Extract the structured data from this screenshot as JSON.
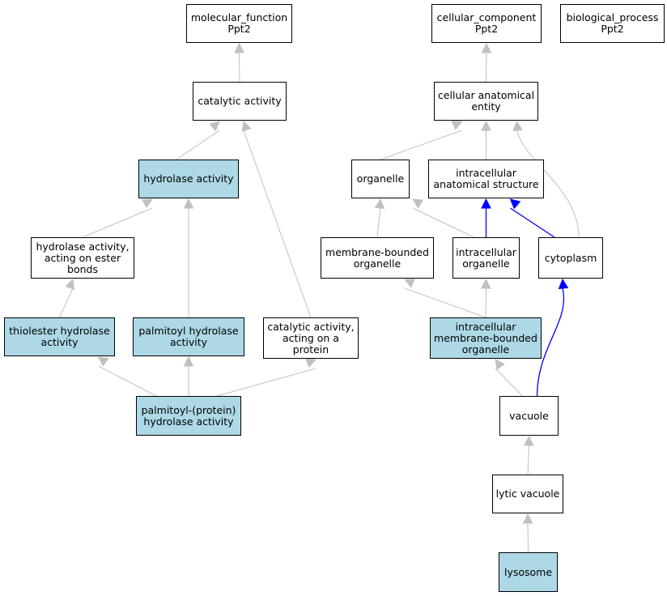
{
  "colors": {
    "highlight": "#add8e6",
    "plain": "#ffffff",
    "edge_gray": "#c0c0c0",
    "edge_blue": "#0000ff"
  },
  "nodes": {
    "molecular_function": {
      "label": "molecular_function\nPpt2",
      "highlighted": false
    },
    "cellular_component": {
      "label": "cellular_component\nPpt2",
      "highlighted": false
    },
    "biological_process": {
      "label": "biological_process\nPpt2",
      "highlighted": false
    },
    "catalytic_activity": {
      "label": "catalytic activity",
      "highlighted": false
    },
    "cellular_anatomical_entity": {
      "label": "cellular anatomical\nentity",
      "highlighted": false
    },
    "hydrolase_activity": {
      "label": "hydrolase activity",
      "highlighted": true
    },
    "organelle": {
      "label": "organelle",
      "highlighted": false
    },
    "intracellular_anatomical_structure": {
      "label": "intracellular\nanatomical structure",
      "highlighted": false
    },
    "hydrolase_activity_ester": {
      "label": "hydrolase activity,\nacting on ester\nbonds",
      "highlighted": false
    },
    "membrane_bounded_organelle": {
      "label": "membrane-bounded\norganelle",
      "highlighted": false
    },
    "intracellular_organelle": {
      "label": "intracellular\norganelle",
      "highlighted": false
    },
    "cytoplasm": {
      "label": "cytoplasm",
      "highlighted": false
    },
    "thiolester_hydrolase_activity": {
      "label": "thiolester hydrolase\nactivity",
      "highlighted": true
    },
    "palmitoyl_hydrolase_activity": {
      "label": "palmitoyl hydrolase\nactivity",
      "highlighted": true
    },
    "catalytic_activity_protein": {
      "label": "catalytic activity,\nacting on a\nprotein",
      "highlighted": false
    },
    "intracellular_membrane_bounded_organelle": {
      "label": "intracellular\nmembrane-bounded\norganelle",
      "highlighted": true
    },
    "palmitoyl_protein_hydrolase_activity": {
      "label": "palmitoyl-(protein)\nhydrolase activity",
      "highlighted": true
    },
    "vacuole": {
      "label": "vacuole",
      "highlighted": false
    },
    "lytic_vacuole": {
      "label": "lytic vacuole",
      "highlighted": false
    },
    "lysosome": {
      "label": "lysosome",
      "highlighted": true
    }
  },
  "edges": [
    {
      "from": "catalytic_activity",
      "to": "molecular_function",
      "color": "gray"
    },
    {
      "from": "hydrolase_activity",
      "to": "catalytic_activity",
      "color": "gray"
    },
    {
      "from": "catalytic_activity_protein",
      "to": "catalytic_activity",
      "color": "gray"
    },
    {
      "from": "hydrolase_activity_ester",
      "to": "hydrolase_activity",
      "color": "gray"
    },
    {
      "from": "palmitoyl_hydrolase_activity",
      "to": "hydrolase_activity",
      "color": "gray"
    },
    {
      "from": "thiolester_hydrolase_activity",
      "to": "hydrolase_activity_ester",
      "color": "gray"
    },
    {
      "from": "palmitoyl_protein_hydrolase_activity",
      "to": "thiolester_hydrolase_activity",
      "color": "gray"
    },
    {
      "from": "palmitoyl_protein_hydrolase_activity",
      "to": "palmitoyl_hydrolase_activity",
      "color": "gray"
    },
    {
      "from": "palmitoyl_protein_hydrolase_activity",
      "to": "catalytic_activity_protein",
      "color": "gray"
    },
    {
      "from": "cellular_anatomical_entity",
      "to": "cellular_component",
      "color": "gray"
    },
    {
      "from": "organelle",
      "to": "cellular_anatomical_entity",
      "color": "gray"
    },
    {
      "from": "intracellular_anatomical_structure",
      "to": "cellular_anatomical_entity",
      "color": "gray"
    },
    {
      "from": "cytoplasm",
      "to": "cellular_anatomical_entity",
      "color": "gray"
    },
    {
      "from": "membrane_bounded_organelle",
      "to": "organelle",
      "color": "gray"
    },
    {
      "from": "intracellular_organelle",
      "to": "organelle",
      "color": "gray"
    },
    {
      "from": "intracellular_organelle",
      "to": "intracellular_anatomical_structure",
      "color": "blue"
    },
    {
      "from": "cytoplasm",
      "to": "intracellular_anatomical_structure",
      "color": "blue"
    },
    {
      "from": "intracellular_membrane_bounded_organelle",
      "to": "membrane_bounded_organelle",
      "color": "gray"
    },
    {
      "from": "intracellular_membrane_bounded_organelle",
      "to": "intracellular_organelle",
      "color": "gray"
    },
    {
      "from": "vacuole",
      "to": "intracellular_membrane_bounded_organelle",
      "color": "gray"
    },
    {
      "from": "vacuole",
      "to": "cytoplasm",
      "color": "blue"
    },
    {
      "from": "lytic_vacuole",
      "to": "vacuole",
      "color": "gray"
    },
    {
      "from": "lysosome",
      "to": "lytic_vacuole",
      "color": "gray"
    }
  ]
}
